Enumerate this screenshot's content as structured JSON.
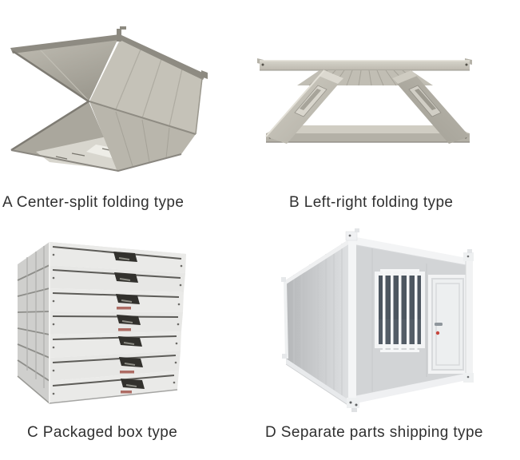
{
  "figure": {
    "background": "#ffffff",
    "items": [
      {
        "key": "A",
        "caption": "A Center-split folding type"
      },
      {
        "key": "B",
        "caption": "B Left-right folding type"
      },
      {
        "key": "C",
        "caption": "C Packaged box type"
      },
      {
        "key": "D",
        "caption": "D Separate parts shipping type"
      }
    ],
    "colors": {
      "caption_text": "#303030",
      "panel_greige": "#c5c2b8",
      "panel_interior": "#a8a59b",
      "edge_dark": "#8e8b82",
      "stack_white": "#eaeae8",
      "stack_side": "#cfcfcd",
      "slot_dark": "#32312d",
      "red_marking": "#a3574e",
      "wall_gray": "#d2d4d6",
      "frame_white": "#f3f4f5",
      "window_glass": "#4d5660",
      "door_white": "#edeff0",
      "door_red_dot": "#c7473e"
    }
  }
}
